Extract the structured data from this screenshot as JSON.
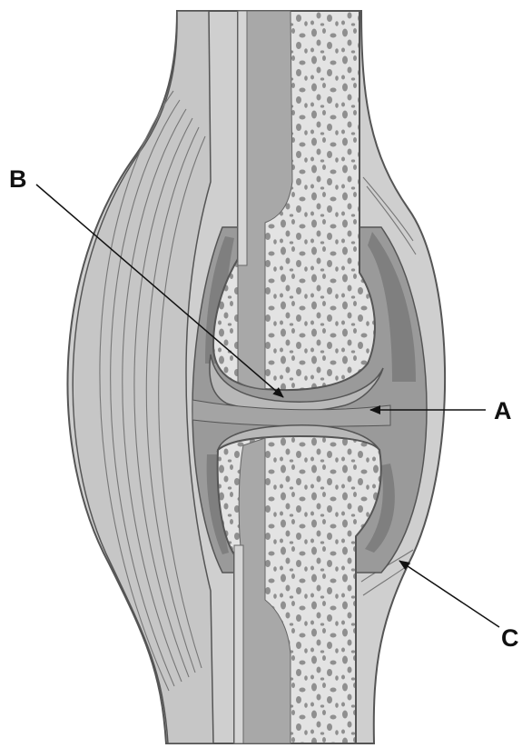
{
  "labels": {
    "a": "A",
    "b": "B",
    "c": "C"
  },
  "colors": {
    "outline": "#555555",
    "capsule": "#cfcfcf",
    "muscle": "#c8c8c8",
    "bone": "#e2e2e2",
    "marrow_spaces": "#8f8f8f",
    "cartilage": "#b8b8b8",
    "synovial_fluid": "#9a9a9a",
    "medullary_cavity": "#a8a8a8",
    "pointer": "#111111"
  }
}
